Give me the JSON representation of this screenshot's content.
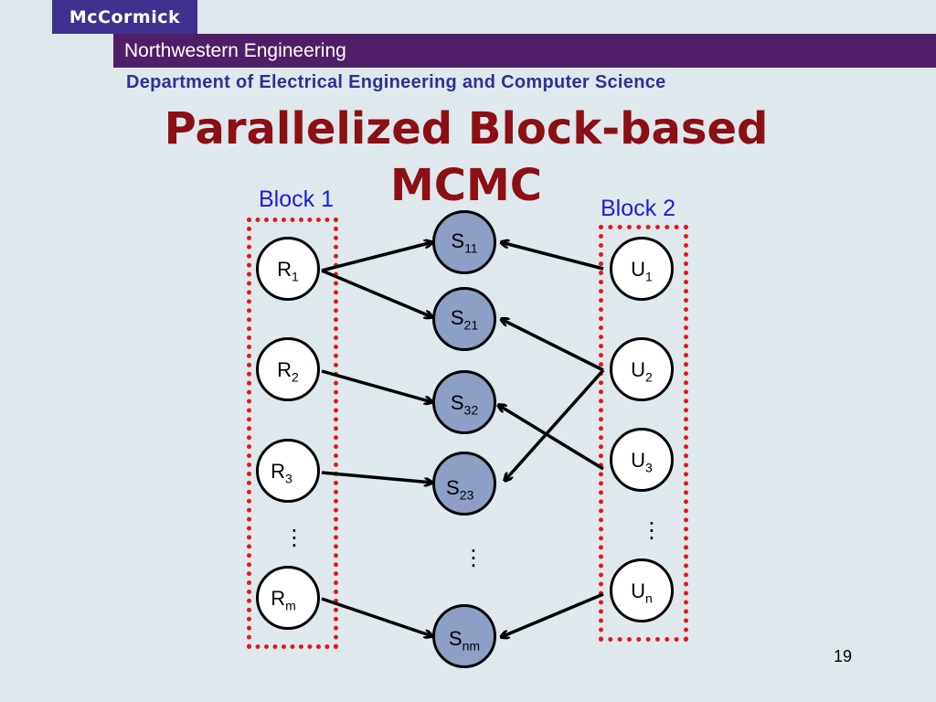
{
  "header": {
    "brand": "McCormick",
    "school": "Northwestern Engineering",
    "department": "Department of Electrical Engineering and Computer Science"
  },
  "slide": {
    "title": "Parallelized Block-based MCMC",
    "number": "19"
  },
  "diagram": {
    "block1_label": "Block 1",
    "block2_label": "Block 2",
    "r_nodes": [
      {
        "base": "R",
        "sub": "1"
      },
      {
        "base": "R",
        "sub": "2"
      },
      {
        "base": "R",
        "sub": "3"
      },
      {
        "base": "R",
        "sub": "m"
      }
    ],
    "s_nodes": [
      {
        "base": "S",
        "sub": "11"
      },
      {
        "base": "S",
        "sub": "21"
      },
      {
        "base": "S",
        "sub": "32"
      },
      {
        "base": "S",
        "sub": "23"
      },
      {
        "base": "S",
        "sub": "nm"
      }
    ],
    "u_nodes": [
      {
        "base": "U",
        "sub": "1"
      },
      {
        "base": "U",
        "sub": "2"
      },
      {
        "base": "U",
        "sub": "3"
      },
      {
        "base": "U",
        "sub": "n"
      }
    ],
    "ellipsis": "⋮",
    "edges": [
      {
        "from": "R1",
        "to": "S11"
      },
      {
        "from": "R1",
        "to": "S21"
      },
      {
        "from": "R2",
        "to": "S32"
      },
      {
        "from": "R3",
        "to": "S23"
      },
      {
        "from": "Rm",
        "to": "Snm"
      },
      {
        "from": "U1",
        "to": "S11"
      },
      {
        "from": "U2",
        "to": "S21"
      },
      {
        "from": "U2",
        "to": "S23"
      },
      {
        "from": "U3",
        "to": "S32"
      },
      {
        "from": "Un",
        "to": "Snm"
      }
    ],
    "colors": {
      "block_label": "#1d1dd6",
      "block_border": "#e21a1a",
      "s_node_fill": "#8e9fc5",
      "title": "#8b0f14"
    }
  }
}
